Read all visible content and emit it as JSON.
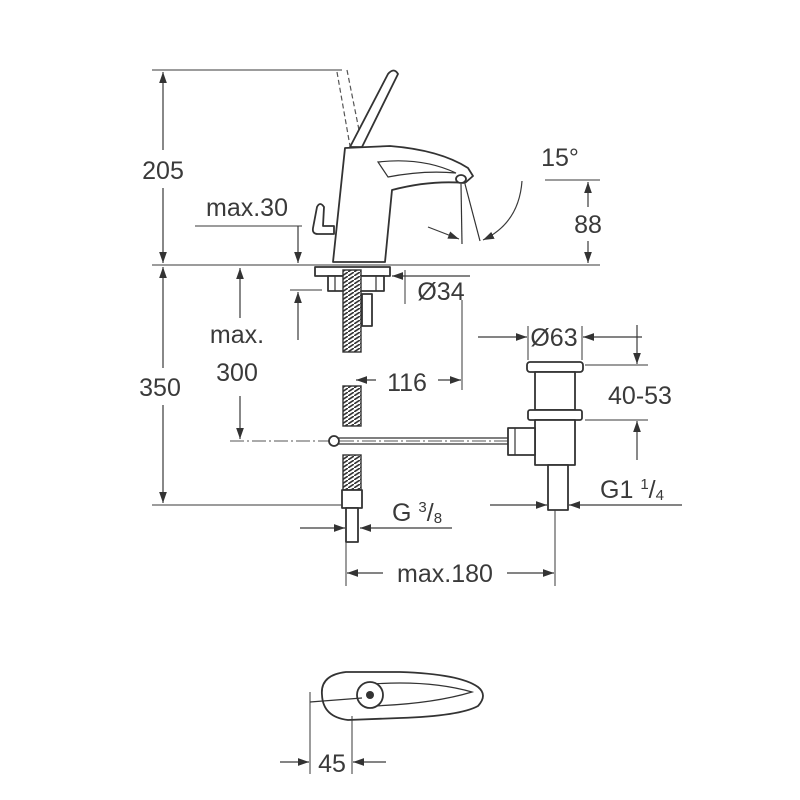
{
  "dimensions": {
    "overall_height": "205",
    "lever_clearance": "max.30",
    "spout_angle": "15°",
    "spout_height": "88",
    "shank_diameter": "Ø34",
    "hose_length_label": "max.",
    "hose_length_value": "300",
    "under_deck": "350",
    "rod_offset": "116",
    "waste_diameter": "Ø63",
    "waste_range": "40-53",
    "waste_thread": {
      "prefix": "G1",
      "num": "1",
      "sep": "/",
      "den": "4"
    },
    "hose_thread": {
      "prefix": "G",
      "num": "3",
      "sep": "/",
      "den": "8"
    },
    "waste_offset": "max.180",
    "top_view_offset": "45"
  }
}
